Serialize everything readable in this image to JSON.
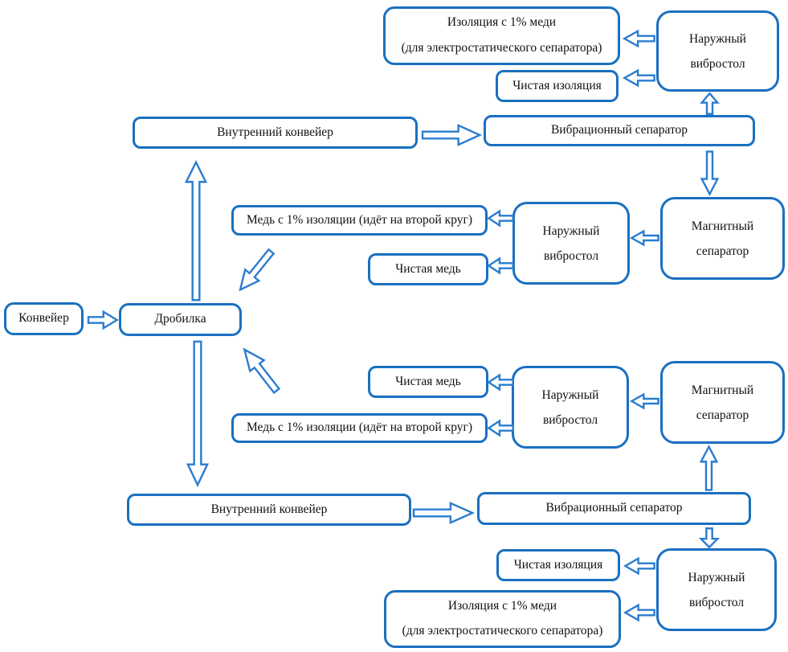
{
  "colors": {
    "box_border": "#1a70c0",
    "arrow_outline": "#2b7cd0",
    "text": "#111111",
    "background": "#ffffff"
  },
  "labels": {
    "conveyor": "Конвейер",
    "crusher": "Дробилка",
    "internal_conveyor": "Внутренний конвейер",
    "vibration_separator": "Вибрационный сепаратор",
    "magnetic_separator": "Магнитный сепаратор",
    "outer_vibrotable": "Наружный вибростол",
    "insulation_with_copper_line1": "Изоляция с 1% меди",
    "insulation_with_copper_line2": "(для электростатического сепаратора)",
    "clean_insulation": "Чистая изоляция",
    "copper_with_insulation": "Медь с 1% изоляции (идёт на второй круг)",
    "clean_copper": "Чистая медь"
  },
  "edges": [
    {
      "from": "conveyor",
      "to": "crusher"
    },
    {
      "from": "crusher",
      "to": "internal-conveyor-top"
    },
    {
      "from": "crusher",
      "to": "internal-conveyor-bottom"
    },
    {
      "from": "copper-with-insulation-upper",
      "to": "crusher"
    },
    {
      "from": "copper-with-insulation-lower",
      "to": "crusher"
    },
    {
      "from": "internal-conveyor-top",
      "to": "vibration-separator-top"
    },
    {
      "from": "vibration-separator-top",
      "to": "outer-vibrotable-top"
    },
    {
      "from": "vibration-separator-top",
      "to": "magnetic-separator-top"
    },
    {
      "from": "outer-vibrotable-top",
      "to": "insulation-with-copper-top"
    },
    {
      "from": "outer-vibrotable-top",
      "to": "clean-insulation-top"
    },
    {
      "from": "magnetic-separator-top",
      "to": "outer-vibrotable-mid-upper"
    },
    {
      "from": "outer-vibrotable-mid-upper",
      "to": "copper-with-insulation-upper"
    },
    {
      "from": "outer-vibrotable-mid-upper",
      "to": "clean-copper-upper"
    },
    {
      "from": "magnetic-separator-bottom",
      "to": "outer-vibrotable-mid-lower"
    },
    {
      "from": "outer-vibrotable-mid-lower",
      "to": "clean-copper-lower"
    },
    {
      "from": "outer-vibrotable-mid-lower",
      "to": "copper-with-insulation-lower"
    },
    {
      "from": "internal-conveyor-bottom",
      "to": "vibration-separator-bottom"
    },
    {
      "from": "vibration-separator-bottom",
      "to": "magnetic-separator-bottom"
    },
    {
      "from": "vibration-separator-bottom",
      "to": "outer-vibrotable-bottom"
    },
    {
      "from": "outer-vibrotable-bottom",
      "to": "clean-insulation-bottom"
    },
    {
      "from": "outer-vibrotable-bottom",
      "to": "insulation-with-copper-bottom"
    }
  ]
}
